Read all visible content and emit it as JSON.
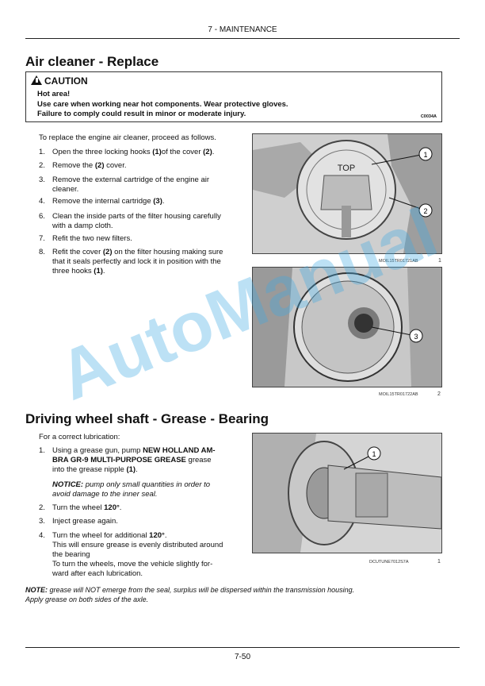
{
  "header": {
    "chapter": "7 - MAINTENANCE"
  },
  "section1": {
    "title": "Air cleaner - Replace",
    "caution": {
      "label": "CAUTION",
      "lines": [
        "Hot area!",
        "Use care when working near hot components. Wear protective gloves.",
        "Failure to comply could result in minor or moderate injury."
      ],
      "code": "C0034A"
    },
    "intro": "To replace the engine air cleaner, proceed as follows.",
    "steps": [
      {
        "n": "1.",
        "lines": [
          "Open the three locking hooks (1)of the cover (2)."
        ]
      },
      {
        "n": "2.",
        "lines": [
          "Remove the (2) cover."
        ]
      },
      {
        "n": "3.",
        "lines": [
          "Remove the external cartridge of the engine air",
          "cleaner."
        ]
      },
      {
        "n": "4.",
        "lines": [
          "Remove the internal cartridge (3)."
        ]
      },
      {
        "n": "6.",
        "lines": [
          "Clean the inside parts of the filter housing carefully",
          "with a damp cloth."
        ]
      },
      {
        "n": "7.",
        "lines": [
          "Refit the two new filters."
        ]
      },
      {
        "n": "8.",
        "lines": [
          "Refit the cover (2) on the filter housing making sure",
          "that it seals perfectly and lock it in position with the",
          "three hooks (1)."
        ]
      }
    ],
    "figures": [
      {
        "caption": "MOIL15TR01721AB",
        "number": "1",
        "callouts": [
          "1",
          "2"
        ],
        "label": "TOP"
      },
      {
        "caption": "MOIL15TR01722AB",
        "number": "2",
        "callouts": [
          "3"
        ]
      }
    ]
  },
  "watermark": "AutoManual",
  "section2": {
    "title": "Driving wheel shaft - Grease - Bearing",
    "intro": "For a correct lubrication:",
    "steps": [
      {
        "n": "1.",
        "lines": [
          "Using a grease gun, pump NEW HOLLAND AM-",
          "BRA GR-9 MULTI-PURPOSE GREASE grease",
          "into the grease nipple (1)."
        ]
      },
      {
        "n": "2.",
        "lines": [
          "Turn the wheel 120°."
        ]
      },
      {
        "n": "3.",
        "lines": [
          "Inject grease again."
        ]
      },
      {
        "n": "4.",
        "lines": [
          "Turn the wheel for additional 120°.",
          "This will ensure grease is evenly distributed around",
          "the bearing",
          "To turn the wheels, move the vehicle slightly for-",
          "ward after each lubrication."
        ]
      }
    ],
    "notice": [
      "NOTICE: pump only small quantities in order to",
      "avoid damage to the inner seal."
    ],
    "figure": {
      "caption": "DCUTUNE7012S7A",
      "number": "1",
      "callouts": [
        "1"
      ]
    }
  },
  "note": [
    "NOTE: grease will NOT emerge from the seal, surplus will be dispersed within the transmission housing.",
    "Apply grease on both sides of the axle."
  ],
  "footer": {
    "page": "7-50"
  }
}
